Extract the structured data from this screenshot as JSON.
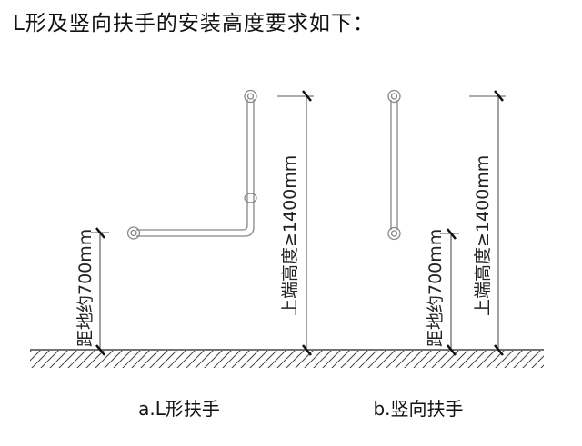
{
  "title": "L形及竖向扶手的安装高度要求如下：",
  "diagram_a": {
    "caption": "a.L形扶手",
    "lower_dimension": "距地约700mm",
    "upper_dimension": "上端高度≥1400mm"
  },
  "diagram_b": {
    "caption": "b.竖向扶手",
    "lower_dimension": "距地约700mm",
    "upper_dimension": "上端高度≥1400mm"
  },
  "colors": {
    "line": "#555555",
    "rail": "#888888",
    "text": "#111111"
  }
}
